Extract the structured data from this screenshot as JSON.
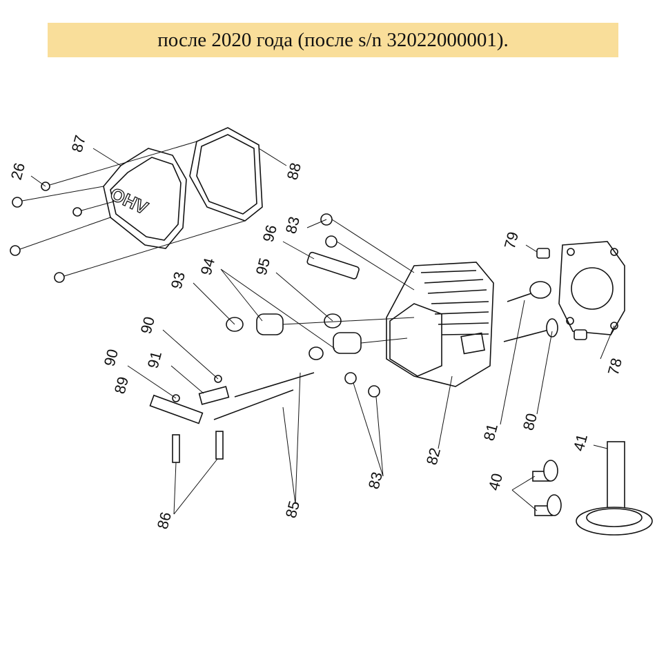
{
  "header": {
    "text": "после 2020  года (после s/n 32022000001)."
  },
  "diagram": {
    "cover_logo": "OHV",
    "callouts": [
      {
        "id": "c26",
        "label": "26"
      },
      {
        "id": "c87",
        "label": "87"
      },
      {
        "id": "c88",
        "label": "88"
      },
      {
        "id": "c96",
        "label": "96"
      },
      {
        "id": "c83a",
        "label": "83"
      },
      {
        "id": "c79",
        "label": "79"
      },
      {
        "id": "c93",
        "label": "93"
      },
      {
        "id": "c94",
        "label": "94"
      },
      {
        "id": "c95",
        "label": "95"
      },
      {
        "id": "c90a",
        "label": "90"
      },
      {
        "id": "c90b",
        "label": "90"
      },
      {
        "id": "c91",
        "label": "91"
      },
      {
        "id": "c89",
        "label": "89"
      },
      {
        "id": "c78",
        "label": "78"
      },
      {
        "id": "c81",
        "label": "81"
      },
      {
        "id": "c80",
        "label": "80"
      },
      {
        "id": "c82",
        "label": "82"
      },
      {
        "id": "c83b",
        "label": "83"
      },
      {
        "id": "c41",
        "label": "41"
      },
      {
        "id": "c40",
        "label": "40"
      },
      {
        "id": "c85",
        "label": "85"
      },
      {
        "id": "c86",
        "label": "86"
      }
    ]
  }
}
